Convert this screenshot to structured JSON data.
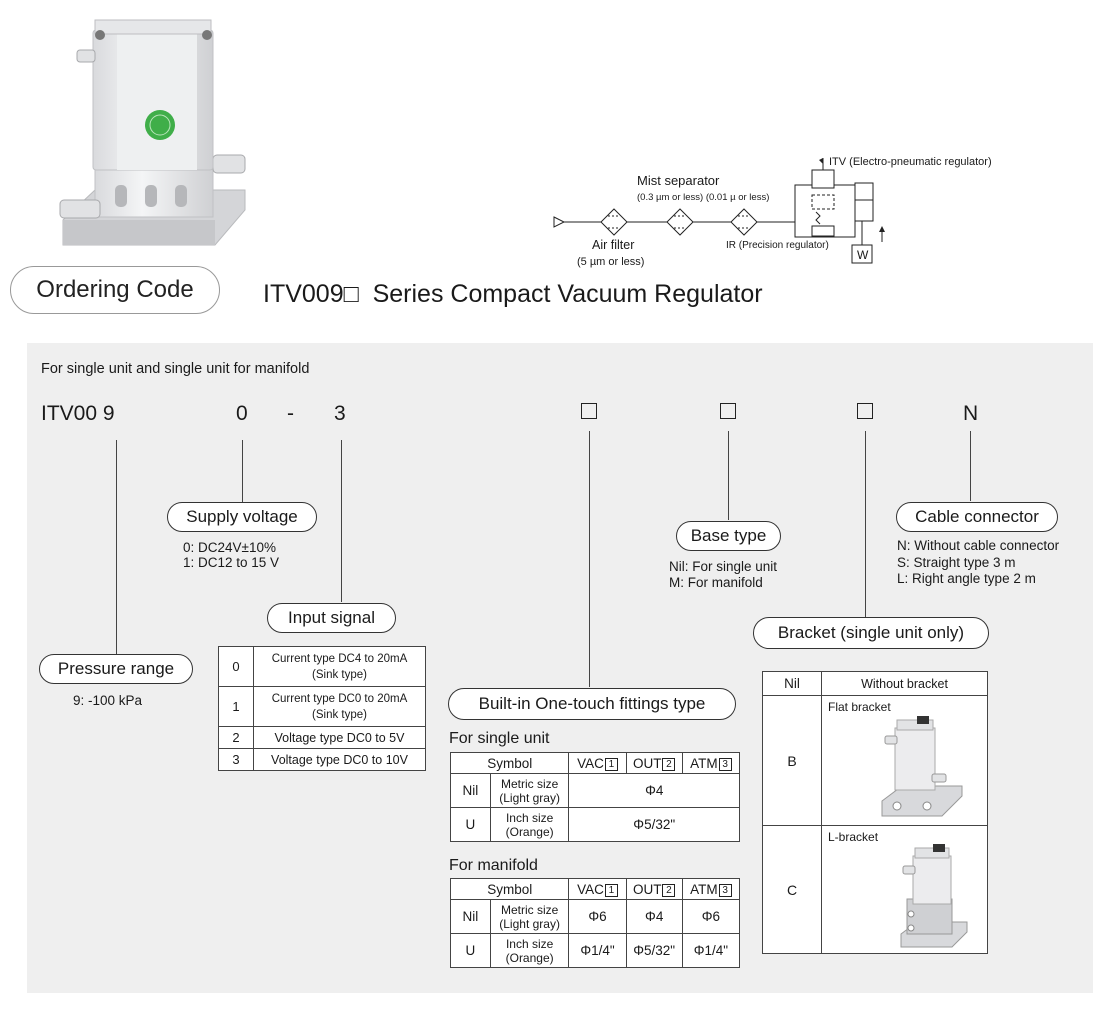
{
  "ordering_code_label": "Ordering Code",
  "series_title": "ITV009□  Series Compact Vacuum Regulator",
  "schematic": {
    "mist_separator": "Mist separator",
    "mist_specs": "(0.3 µm or less) (0.01 µ or less)",
    "air_filter": "Air filter",
    "air_filter_spec": "(5 µm or less)",
    "ir": "IR (Precision regulator)",
    "itv": "ITV (Electro-pneumatic regulator)",
    "w": "W"
  },
  "panel": {
    "heading": "For single unit and single unit for manifold",
    "code": {
      "p1": "ITV00 9",
      "p2": "0",
      "dash": "-",
      "p3": "3",
      "p7": "N"
    },
    "supply_voltage": {
      "title": "Supply voltage",
      "line1": "0: DC24V±10%",
      "line2": "1: DC12 to 15 V"
    },
    "input_signal": {
      "title": "Input signal",
      "rows": [
        {
          "code": "0",
          "desc1": "Current type DC4 to 20mA",
          "desc2": "(Sink type)"
        },
        {
          "code": "1",
          "desc1": "Current type DC0 to 20mA",
          "desc2": "(Sink type)"
        },
        {
          "code": "2",
          "desc1": "Voltage type DC0 to 5V",
          "desc2": ""
        },
        {
          "code": "3",
          "desc1": "Voltage type DC0 to 10V",
          "desc2": ""
        }
      ]
    },
    "pressure_range": {
      "title": "Pressure range",
      "value": "9: -100 kPa"
    },
    "fittings": {
      "title": "Built-in One-touch fittings type",
      "single_label": "For single unit",
      "manifold_label": "For manifold",
      "head_symbol": "Symbol",
      "head_vac": "VAC",
      "head_vac_num": "1",
      "head_out": "OUT",
      "head_out_num": "2",
      "head_atm": "ATM",
      "head_atm_num": "3",
      "single_rows": [
        {
          "sym": "Nil",
          "size1": "Metric size",
          "size2": "(Light gray)",
          "val": "Φ4"
        },
        {
          "sym": "U",
          "size1": "Inch size",
          "size2": "(Orange)",
          "val": "Φ5/32\""
        }
      ],
      "manifold_rows": [
        {
          "sym": "Nil",
          "size1": "Metric size",
          "size2": "(Light gray)",
          "vac": "Φ6",
          "out": "Φ4",
          "atm": "Φ6"
        },
        {
          "sym": "U",
          "size1": "Inch size",
          "size2": "(Orange)",
          "vac": "Φ1/4\"",
          "out": "Φ5/32\"",
          "atm": "Φ1/4\""
        }
      ]
    },
    "base_type": {
      "title": "Base type",
      "line1": "Nil: For single unit",
      "line2": "M: For manifold"
    },
    "cable_connector": {
      "title": "Cable connector",
      "line1": "N: Without cable connector",
      "line2": "S: Straight type 3 m",
      "line3": "L: Right angle type 2 m"
    },
    "bracket": {
      "title": "Bracket (single unit only)",
      "head_code": "Nil",
      "head_desc": "Without bracket",
      "row_b_code": "B",
      "row_b_label": "Flat bracket",
      "row_c_code": "C",
      "row_c_label": "L-bracket"
    }
  },
  "colors": {
    "panel_bg": "#efefef",
    "product_body": "#e9eaec",
    "logo_green": "#3fae49"
  }
}
